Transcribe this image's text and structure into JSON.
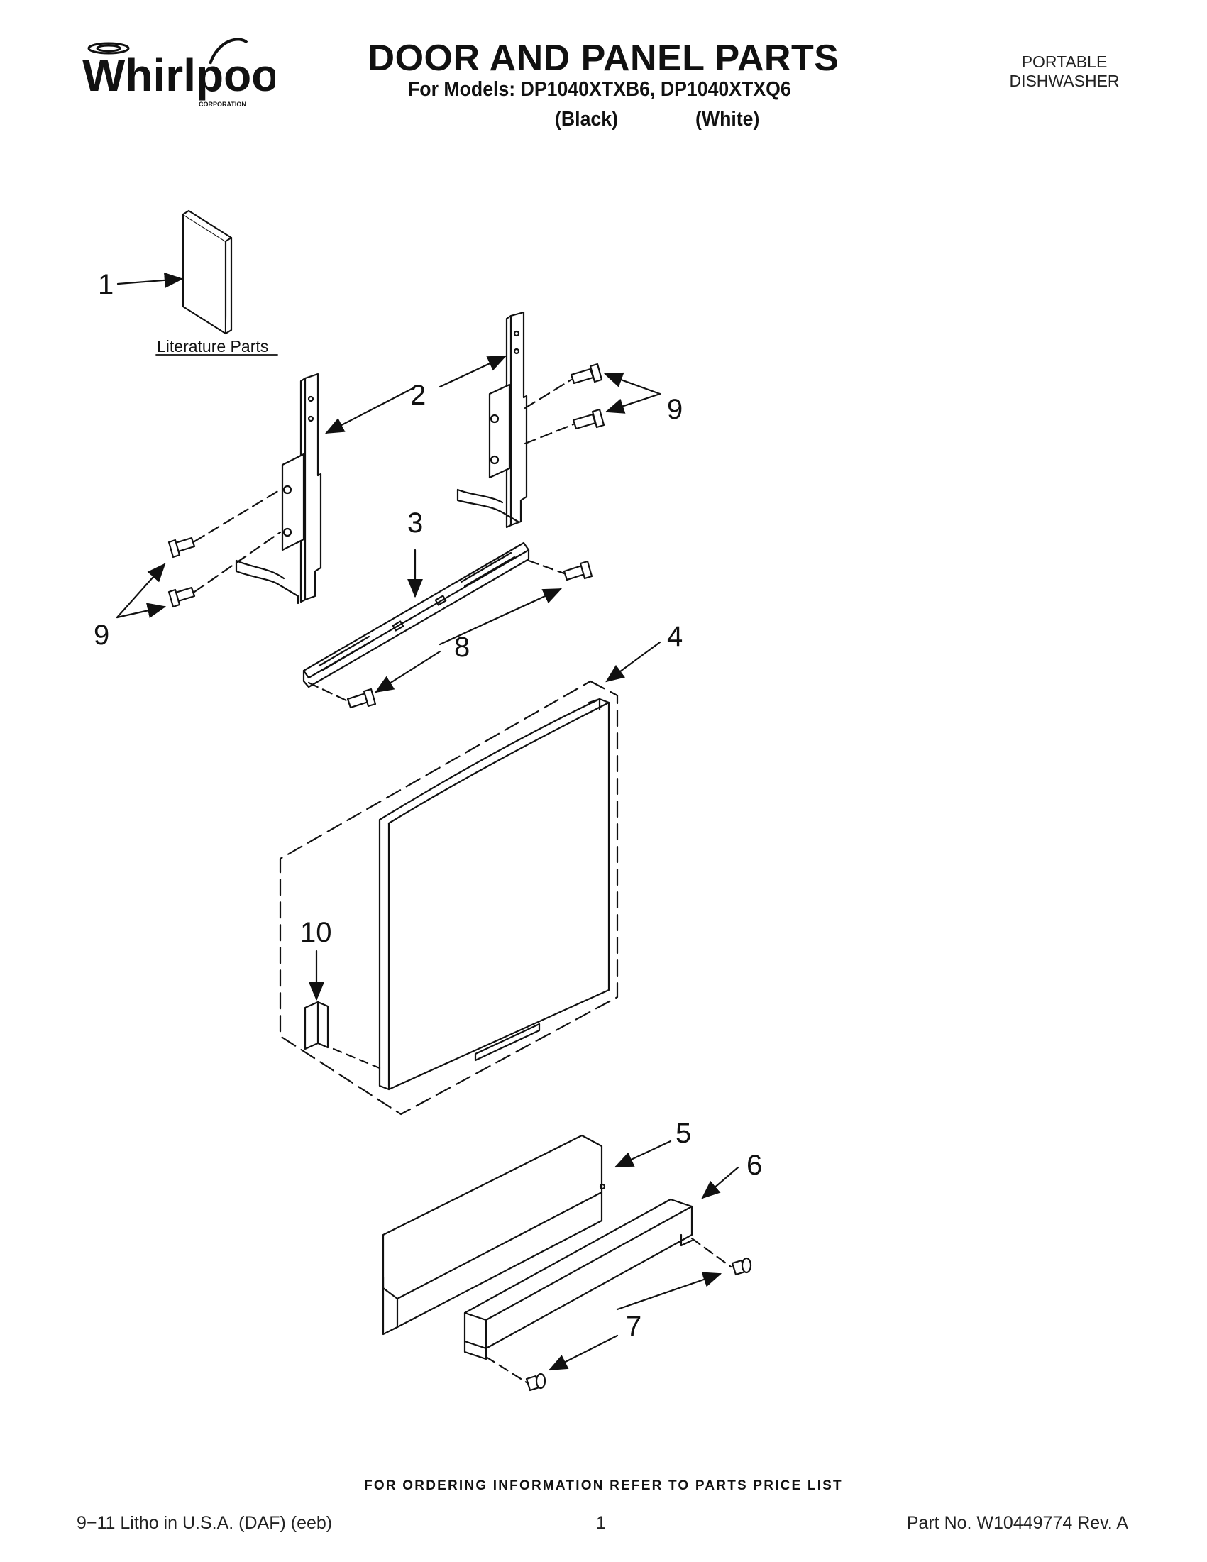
{
  "header": {
    "brand": "Whirlpool",
    "brand_sub": "CORPORATION",
    "title": "DOOR AND PANEL PARTS",
    "models_line": "For Models: DP1040XTXB6, DP1040XTXQ6",
    "variant_black": "(Black)",
    "variant_white": "(White)",
    "product_type_line1": "PORTABLE",
    "product_type_line2": "DISHWASHER"
  },
  "diagram": {
    "literature_label": "Literature Parts",
    "callouts": {
      "c1": "1",
      "c2": "2",
      "c3": "3",
      "c4": "4",
      "c5": "5",
      "c6": "6",
      "c7": "7",
      "c8": "8",
      "c9_right": "9",
      "c9_left": "9",
      "c10": "10"
    }
  },
  "footer": {
    "ordering_note": "FOR ORDERING INFORMATION REFER TO PARTS PRICE LIST",
    "litho": "9−11 Litho in U.S.A. (DAF) (eeb)",
    "page": "1",
    "part_no": "Part No. W10449774 Rev. A"
  }
}
